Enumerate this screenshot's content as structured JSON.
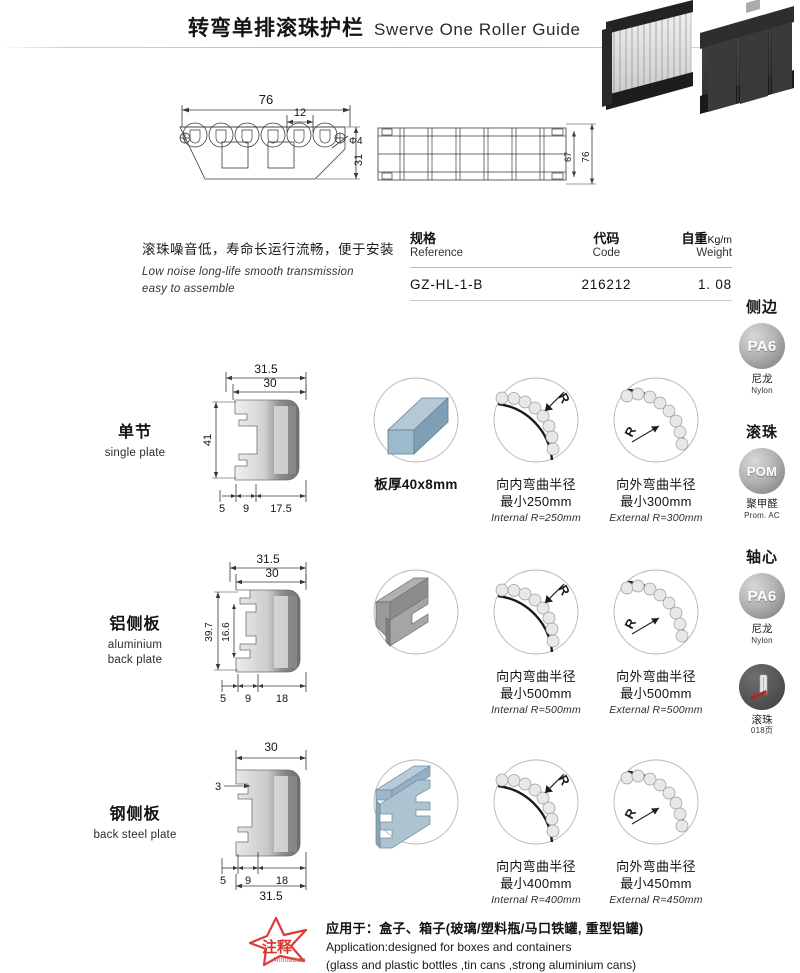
{
  "header": {
    "title_cn": "转弯单排滚珠护栏",
    "title_en": "Swerve One Roller Guide"
  },
  "product_photo": {
    "alt": "roller-guide-product-photo"
  },
  "top_drawing": {
    "front_view": {
      "dim_width": "76",
      "dim_pitch": "12",
      "dim_hole": "Φ4",
      "dim_height": "31"
    },
    "side_view": {
      "dim_inner": "67",
      "dim_outer": "76"
    }
  },
  "features": {
    "cn": "滚珠噪音低，寿命长运行流畅，便于安装",
    "en_line1": "Low noise  long-life  smooth transmission",
    "en_line2": "easy to assemble"
  },
  "spec_table": {
    "columns": [
      {
        "cn": "规格",
        "en": "Reference"
      },
      {
        "cn": "代码",
        "en": "Code"
      },
      {
        "cn": "自重",
        "cn_unit": "Kg/m",
        "en": "Weight"
      }
    ],
    "rows": [
      {
        "reference": "GZ-HL-1-B",
        "code": "216212",
        "weight": "1. 08"
      }
    ]
  },
  "sidebar": {
    "blocks": [
      {
        "title": "侧边",
        "badge": "PA6",
        "cn": "尼龙",
        "en": "Nylon"
      },
      {
        "title": "滚珠",
        "badge": "POM",
        "cn": "聚甲醛",
        "en": "Prom. AC"
      },
      {
        "title": "轴心",
        "badge": "PA6",
        "cn": "尼龙",
        "en": "Nylon"
      },
      {
        "title": "",
        "badge": "ball-tool-icon",
        "cn": "滚珠",
        "en": "018页"
      }
    ]
  },
  "rows": [
    {
      "label_cn": "单节",
      "label_en": "single plate",
      "dims": {
        "top_outer": "31.5",
        "top_inner": "30",
        "height": "41",
        "b1": "5",
        "b2": "9",
        "b3": "17.5"
      },
      "circles": [
        {
          "icon": "plate-block-icon",
          "cap_cn": "板厚40x8mm",
          "cap_cn2": "",
          "cap_en": ""
        },
        {
          "icon": "internal-bend-icon",
          "cap_cn": "向内弯曲半径",
          "cap_cn2": "最小250mm",
          "cap_en": "Internal R=250mm"
        },
        {
          "icon": "external-bend-icon",
          "cap_cn": "向外弯曲半径",
          "cap_cn2": "最小300mm",
          "cap_en": "External R=300mm"
        }
      ]
    },
    {
      "label_cn": "铝侧板",
      "label_en_line1": "aluminium",
      "label_en_line2": "back plate",
      "dims": {
        "top_outer": "31.5",
        "top_inner": "30",
        "height": "39.7",
        "height2": "16.6",
        "b1": "5",
        "b2": "9",
        "b3": "18"
      },
      "circles": [
        {
          "icon": "aluminium-profile-icon",
          "cap_cn": "",
          "cap_cn2": "",
          "cap_en": ""
        },
        {
          "icon": "internal-bend-icon",
          "cap_cn": "向内弯曲半径",
          "cap_cn2": "最小500mm",
          "cap_en": "Internal R=500mm"
        },
        {
          "icon": "external-bend-icon",
          "cap_cn": "向外弯曲半径",
          "cap_cn2": "最小500mm",
          "cap_en": "External R=500mm"
        }
      ]
    },
    {
      "label_cn": "钢侧板",
      "label_en": "back steel plate",
      "dims": {
        "top_inner": "30",
        "left_thick": "3",
        "b1": "5",
        "b2": "9",
        "b3": "18",
        "bottom_outer": "31.5"
      },
      "circles": [
        {
          "icon": "steel-profile-icon",
          "cap_cn": "",
          "cap_cn2": "",
          "cap_en": ""
        },
        {
          "icon": "internal-bend-icon",
          "cap_cn": "向内弯曲半径",
          "cap_cn2": "最小400mm",
          "cap_en": "Internal R=400mm"
        },
        {
          "icon": "external-bend-icon",
          "cap_cn": "向外弯曲半径",
          "cap_cn2": "最小450mm",
          "cap_en": "External R=450mm"
        }
      ]
    }
  ],
  "bend_label": "R",
  "footer": {
    "logo_cn": "注释",
    "logo_en": "Annotation",
    "cn": "应用于：盒子、箱子(玻璃/塑料瓶/马口铁罐, 重型铝罐)",
    "en_line1": "Application:designed for boxes and containers",
    "en_line2": "(glass and plastic bottles ,tin cans ,strong aluminium cans)"
  },
  "colors": {
    "accent_red": "#e03a36",
    "badge_grey": "#9a9a9a",
    "profile_blue": "#8aa9bd",
    "line": "#333333"
  }
}
